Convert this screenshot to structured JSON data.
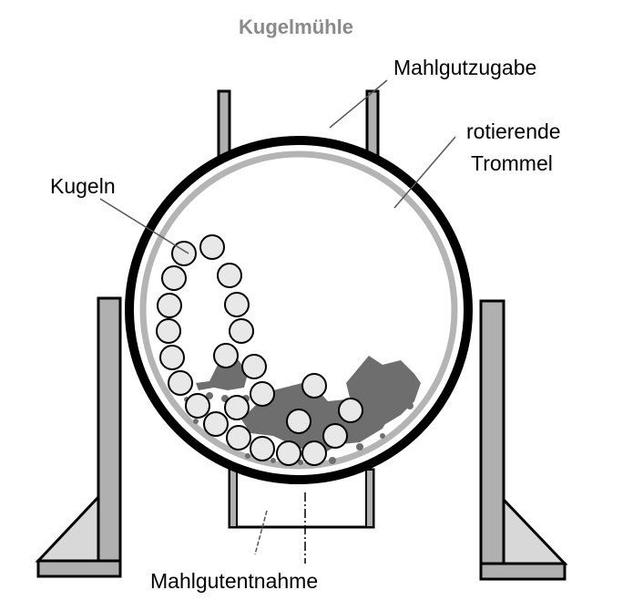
{
  "title": "Kugelmühle",
  "labels": {
    "feed": "Mahlgutzugabe",
    "drum_line1": "rotierende",
    "drum_line2": "Trommel",
    "balls": "Kugeln",
    "discharge": "Mahlgutentnahme"
  },
  "colors": {
    "ball_fill": "#e8e8e8",
    "material": "#6e6e6e",
    "ring": "#b4b4b4",
    "frame": "#b0b0b0",
    "foot_triangle": "#d8d8d8",
    "title": "#8a8a8a"
  }
}
